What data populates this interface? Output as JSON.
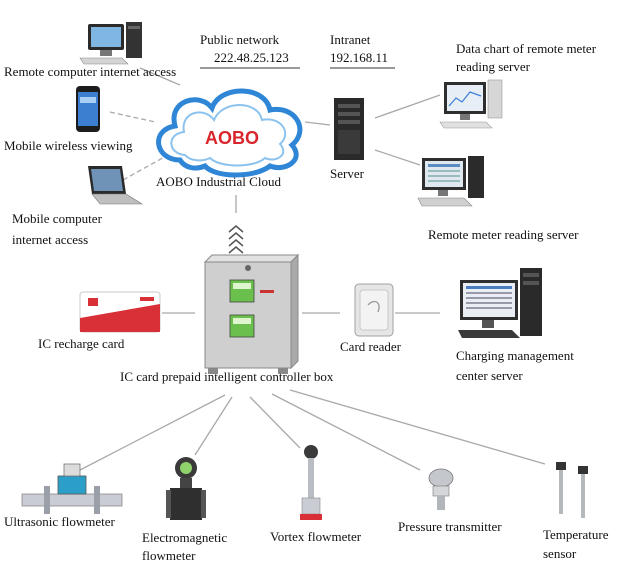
{
  "network": {
    "public_network": "Public network",
    "public_ip": "222.48.25.123",
    "intranet": "Intranet",
    "intranet_ip": "192.168.11"
  },
  "cloud": {
    "logo_text": "AOBO",
    "label": "AOBO Industrial Cloud"
  },
  "clients": {
    "remote_computer": "Remote computer internet access",
    "mobile_wireless": "Mobile wireless viewing",
    "mobile_computer": "Mobile  computer internet access"
  },
  "servers": {
    "server": "Server",
    "data_chart": "Data chart of remote meter reading server",
    "remote_meter_reading": "Remote meter reading server"
  },
  "controller": {
    "label": "IC card prepaid intelligent controller box",
    "ic_recharge_card": "IC recharge card",
    "card_reader": "Card reader",
    "charging_management": "Charging management center server"
  },
  "instruments": [
    "Ultrasonic flowmeter",
    "Electromagnetic flowmeter",
    "Vortex flowmeter",
    "Pressure transmitter",
    "Temperature sensor"
  ],
  "colors": {
    "cloud_stroke": "#2f86d6",
    "cloud_text": "#d9262c",
    "line": "#a9a9a9"
  }
}
